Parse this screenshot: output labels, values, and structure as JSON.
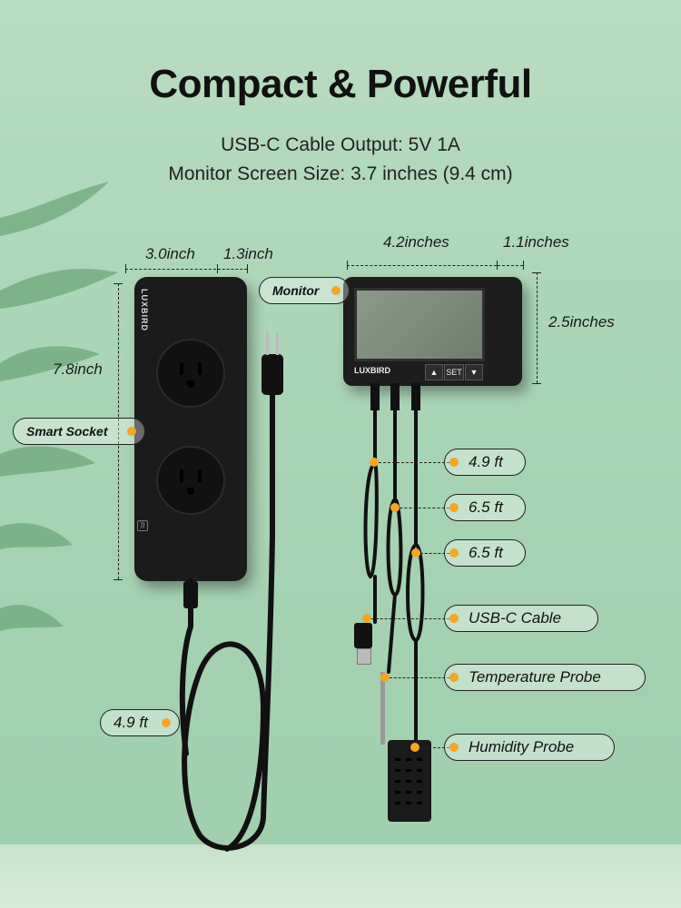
{
  "title": "Compact & Powerful",
  "specs": {
    "line1": "USB-C Cable Output: 5V 1A",
    "line2": "Monitor Screen Size: 3.7 inches (9.4 cm)"
  },
  "socket": {
    "width": "3.0inch",
    "depth": "1.3inch",
    "height": "7.8inch",
    "label": "Smart Socket",
    "brand": "LUXBIRD",
    "cord_length": "4.9 ft"
  },
  "monitor": {
    "label": "Monitor",
    "width": "4.2inches",
    "depth": "1.1inches",
    "height": "2.5inches",
    "brand": "LUXBIRD",
    "buttons": [
      "▲",
      "SET",
      "▼"
    ]
  },
  "cables": [
    {
      "label": "4.9 ft"
    },
    {
      "label": "6.5 ft"
    },
    {
      "label": "6.5 ft"
    },
    {
      "label": "USB-C Cable"
    },
    {
      "label": "Temperature Probe"
    },
    {
      "label": "Humidity Probe"
    }
  ],
  "colors": {
    "wall": "#a8d4b4",
    "device": "#1b1b1b",
    "dot": "#f5a623"
  }
}
